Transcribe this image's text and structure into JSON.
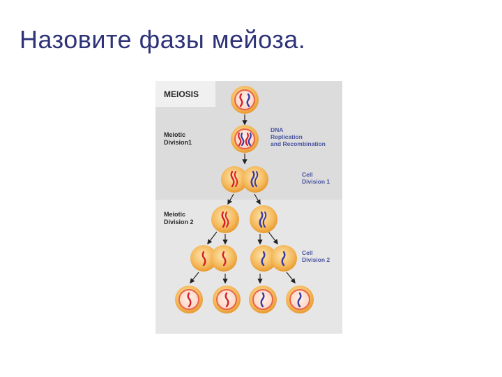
{
  "slide": {
    "title": "Назовите фазы мейоза."
  },
  "figure": {
    "heading": "MEIOSIS",
    "stage1": {
      "line1": "Meiotic",
      "line2": "Division1"
    },
    "stage2": {
      "line1": "Meiotic",
      "line2": "Division 2"
    },
    "note_replication": {
      "line1": "DNA",
      "line2": "Replication",
      "line3": "and Recombination"
    },
    "note_cell1": {
      "line1": "Cell",
      "line2": "Division 1"
    },
    "note_cell2": {
      "line1": "Cell",
      "line2": "Division 2"
    }
  },
  "colors": {
    "title": "#2e3378",
    "panel_bg": "#dcdcdc",
    "heading_bg": "#f0f0f0",
    "cell_fill": "#f2b24a",
    "nucleus_ring": "#e8634a",
    "chromosome_red": "#d8202a",
    "chromosome_blue": "#3a3aa8",
    "label_blue": "#4a55a0"
  }
}
